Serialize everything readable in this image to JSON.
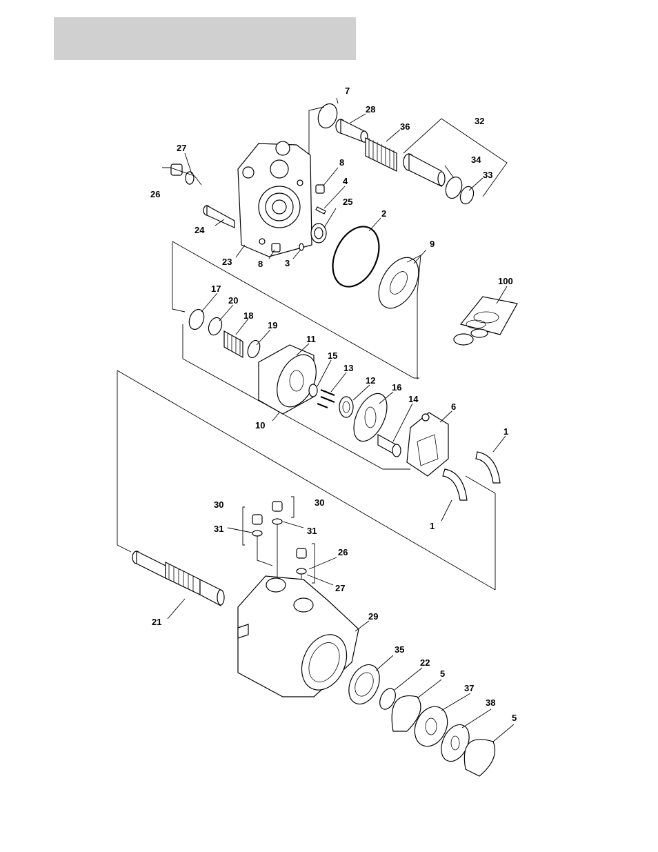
{
  "header": {
    "title": ""
  },
  "callouts": [
    {
      "id": "c7",
      "text": "7"
    },
    {
      "id": "c28",
      "text": "28"
    },
    {
      "id": "c36",
      "text": "36"
    },
    {
      "id": "c32",
      "text": "32"
    },
    {
      "id": "c27a",
      "text": "27"
    },
    {
      "id": "c8a",
      "text": "8"
    },
    {
      "id": "c34",
      "text": "34"
    },
    {
      "id": "c33",
      "text": "33"
    },
    {
      "id": "c26a",
      "text": "26"
    },
    {
      "id": "c4",
      "text": "4"
    },
    {
      "id": "c25",
      "text": "25"
    },
    {
      "id": "c24",
      "text": "24"
    },
    {
      "id": "c2",
      "text": "2"
    },
    {
      "id": "c23",
      "text": "23"
    },
    {
      "id": "c8b",
      "text": "8"
    },
    {
      "id": "c3",
      "text": "3"
    },
    {
      "id": "c9",
      "text": "9"
    },
    {
      "id": "c100",
      "text": "100"
    },
    {
      "id": "c17",
      "text": "17"
    },
    {
      "id": "c20",
      "text": "20"
    },
    {
      "id": "c18",
      "text": "18"
    },
    {
      "id": "c19",
      "text": "19"
    },
    {
      "id": "c11",
      "text": "11"
    },
    {
      "id": "c15",
      "text": "15"
    },
    {
      "id": "c13",
      "text": "13"
    },
    {
      "id": "c12",
      "text": "12"
    },
    {
      "id": "c16",
      "text": "16"
    },
    {
      "id": "c14",
      "text": "14"
    },
    {
      "id": "c6",
      "text": "6"
    },
    {
      "id": "c10",
      "text": "10"
    },
    {
      "id": "c1a",
      "text": "1"
    },
    {
      "id": "c1b",
      "text": "1"
    },
    {
      "id": "c30a",
      "text": "30"
    },
    {
      "id": "c30b",
      "text": "30"
    },
    {
      "id": "c31a",
      "text": "31"
    },
    {
      "id": "c31b",
      "text": "31"
    },
    {
      "id": "c26b",
      "text": "26"
    },
    {
      "id": "c27b",
      "text": "27"
    },
    {
      "id": "c21",
      "text": "21"
    },
    {
      "id": "c29",
      "text": "29"
    },
    {
      "id": "c35",
      "text": "35"
    },
    {
      "id": "c22",
      "text": "22"
    },
    {
      "id": "c5a",
      "text": "5"
    },
    {
      "id": "c37",
      "text": "37"
    },
    {
      "id": "c38",
      "text": "38"
    },
    {
      "id": "c5b",
      "text": "5"
    }
  ]
}
